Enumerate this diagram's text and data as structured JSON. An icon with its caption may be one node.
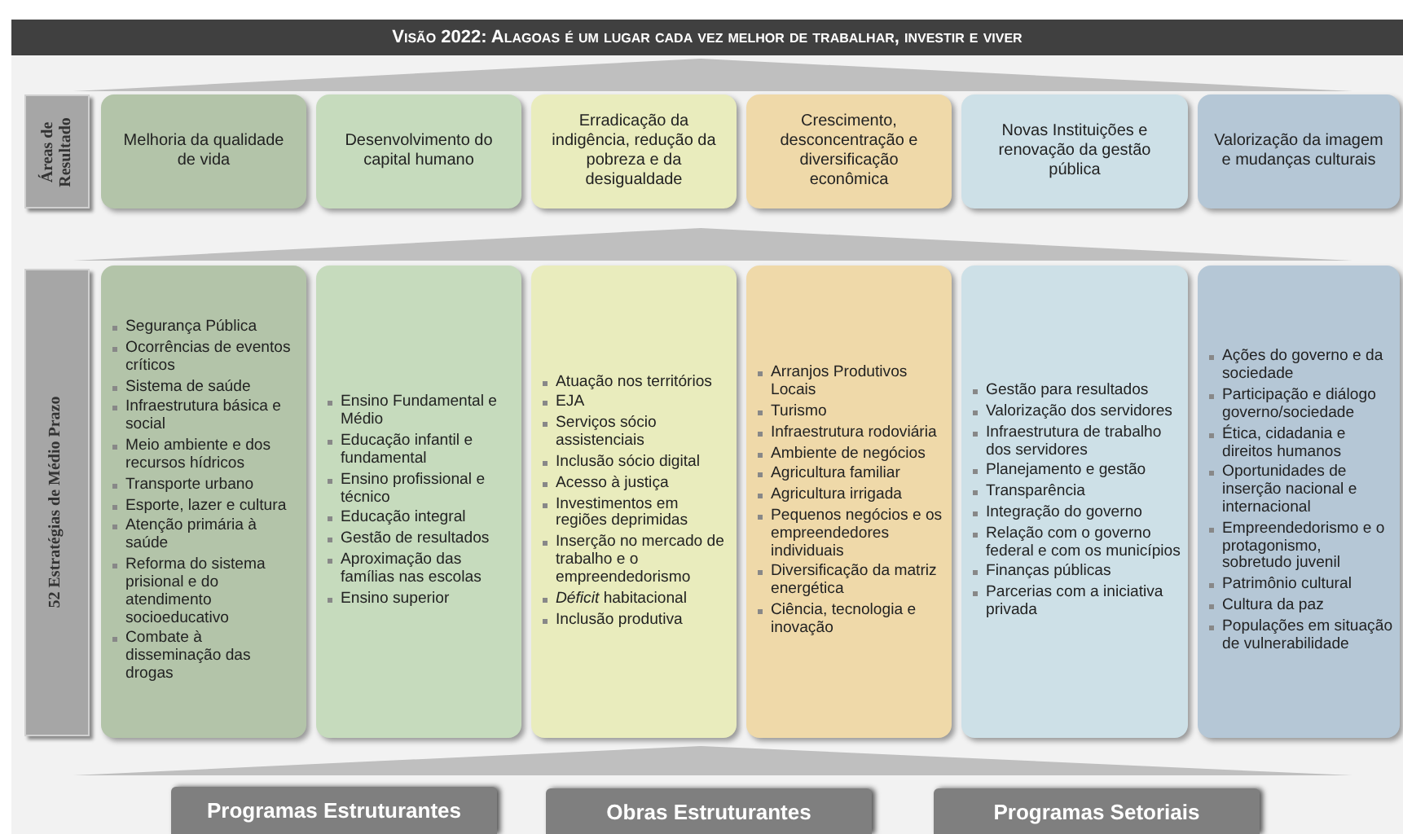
{
  "diagram": {
    "title": "Visão 2022: Alagoas é um lugar cada vez melhor de trabalhar, investir e viver",
    "nodes": [
      {
        "text": [
          "Áreas de Resultado"
        ]
      },
      {
        "text": [
          "Melhoria da qualidade de vida"
        ]
      },
      {
        "text": [
          "Desenvolvimento do capital humano"
        ]
      },
      {
        "text": [
          "Erradicação da indigência, redução da pobreza e da desigualdade"
        ]
      },
      {
        "text": [
          "Crescimento, desconcentração e diversificação econômica"
        ]
      },
      {
        "text": [
          "Novas Instituições e renovação da gestão pública"
        ]
      },
      {
        "text": [
          "Valorização da imagem e mudanças culturais"
        ]
      },
      {
        "text": [
          "52 Estratégias de Médio Prazo"
        ]
      },
      {
        "text": [
          "Segurança Pública",
          "Ocorrências de eventos críticos",
          "Sistema de saúde",
          "Infraestrutura básica e social",
          "Meio ambiente e dos recursos hídricos",
          "Transporte urbano",
          "Esporte, lazer e cultura",
          "Atenção primária à saúde",
          "Reforma do sistema prisional e do atendimento socioeducativo",
          "Combate à disseminação das drogas"
        ]
      },
      {
        "text": [
          "Ensino Fundamental e Médio",
          "Educação infantil e fundamental",
          "Ensino profissional e técnico",
          "Educação integral",
          "Gestão de resultados",
          "Aproximação das famílias nas escolas",
          "Ensino superior"
        ]
      },
      {
        "text": [
          "Atuação nos territórios",
          "EJA",
          "Serviços sócio assistenciais",
          "Inclusão sócio digital",
          "Acesso à justiça",
          "Investimentos em regiões deprimidas",
          "Inserção no mercado de trabalho e o empreendedorismo",
          "*Déficit* habitacional",
          "Inclusão produtiva"
        ]
      },
      {
        "text": [
          "Arranjos Produtivos Locais",
          "Turismo",
          "Infraestrutura rodoviária",
          "Ambiente de negócios",
          "Agricultura familiar",
          "Agricultura irrigada",
          "Pequenos negócios e os empreendedores individuais",
          "Diversificação da matriz energética",
          "Ciência, tecnologia e inovação"
        ]
      },
      {
        "text": [
          "Gestão para resultados",
          "Valorização dos servidores",
          "Infraestrutura de trabalho dos servidores",
          "Planejamento e gestão",
          "Transparência",
          "Integração do governo",
          "Relação com o governo federal e com os municípios",
          "Finanças públicas",
          "Parcerias com a iniciativa privada"
        ]
      },
      {
        "text": [
          "Ações do governo e da sociedade",
          "Participação e diálogo governo/sociedade",
          "Ética, cidadania e direitos humanos",
          "Oportunidades de inserção nacional e internacional",
          "Empreendedorismo e o protagonismo, sobretudo juvenil",
          "Patrimônio cultural",
          "Cultura da paz",
          "Populações em situação de vulnerabilidade"
        ]
      },
      {
        "text": [
          "Programas Estruturantes"
        ]
      },
      {
        "text": [
          "Obras Estruturantes"
        ]
      },
      {
        "text": [
          "Programas Setoriais"
        ]
      }
    ]
  }
}
